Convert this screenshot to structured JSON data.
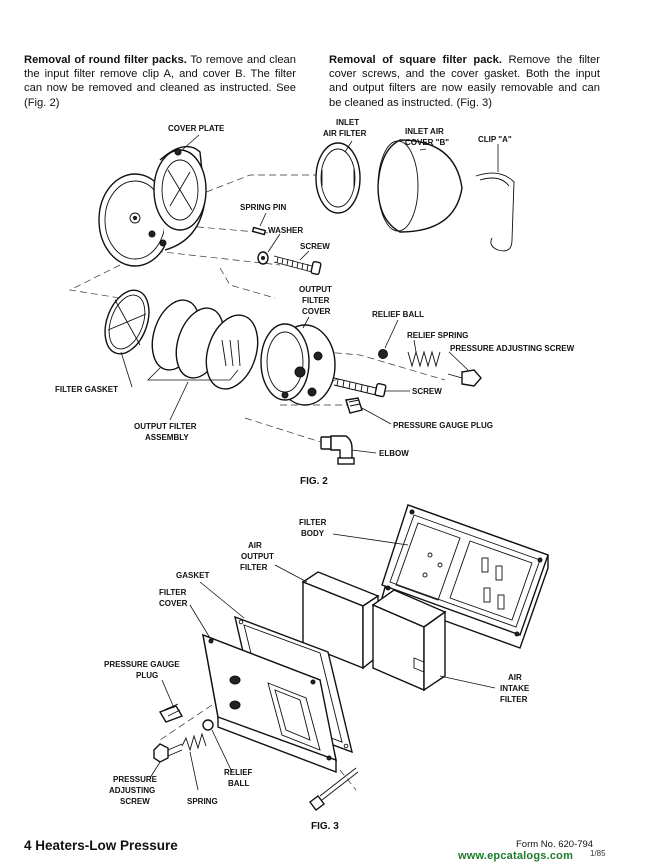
{
  "paragraphs": {
    "round": {
      "heading": "Removal of round filter packs.",
      "body": " To remove and clean the input filter remove clip A, and cover B. The filter can now be removed and cleaned as instructed. See (Fig. 2)"
    },
    "square": {
      "heading": "Removal of square filter pack.",
      "body": " Remove the filter cover screws, and the cover gasket. Both the input and output filters are now easily removable and can be cleaned as instructed. (Fig. 3)"
    }
  },
  "fig2": {
    "caption": "FIG. 2",
    "labels": {
      "cover_plate": "COVER PLATE",
      "inlet_air_filter_1": "INLET",
      "inlet_air_filter_2": "AIR FILTER",
      "inlet_air_cover_1": "INLET AIR",
      "inlet_air_cover_2": "COVER \"B\"",
      "clip_a": "CLIP \"A\"",
      "spring_pin": "SPRING PIN",
      "washer": "WASHER",
      "screw_top": "SCREW",
      "output_filter_cover_1": "OUTPUT",
      "output_filter_cover_2": "FILTER",
      "output_filter_cover_3": "COVER",
      "relief_ball": "RELIEF BALL",
      "relief_spring": "RELIEF SPRING",
      "pressure_adjusting_screw": "PRESSURE ADJUSTING SCREW",
      "filter_gasket": "FILTER GASKET",
      "screw_bottom": "SCREW",
      "output_filter_assembly_1": "OUTPUT FILTER",
      "output_filter_assembly_2": "ASSEMBLY",
      "pressure_gauge_plug": "PRESSURE GAUGE PLUG",
      "elbow": "ELBOW"
    }
  },
  "fig3": {
    "caption": "FIG. 3",
    "labels": {
      "filter_body_1": "FILTER",
      "filter_body_2": "BODY",
      "air_output_filter_1": "AIR",
      "air_output_filter_2": "OUTPUT",
      "air_output_filter_3": "FILTER",
      "gasket": "GASKET",
      "filter_cover_1": "FILTER",
      "filter_cover_2": "COVER",
      "pressure_gauge_plug_1": "PRESSURE GAUGE",
      "pressure_gauge_plug_2": "PLUG",
      "air_intake_filter_1": "AIR",
      "air_intake_filter_2": "INTAKE",
      "air_intake_filter_3": "FILTER",
      "pressure_adjusting_screw_1": "PRESSURE",
      "pressure_adjusting_screw_2": "ADJUSTING",
      "pressure_adjusting_screw_3": "SCREW",
      "spring": "SPRING",
      "relief_ball_1": "RELIEF",
      "relief_ball_2": "BALL"
    }
  },
  "footer": {
    "title": "4 Heaters-Low Pressure",
    "form_number": "Form No. 620-794",
    "page_number": "1/85",
    "watermark": "www.epcatalogs.com"
  }
}
